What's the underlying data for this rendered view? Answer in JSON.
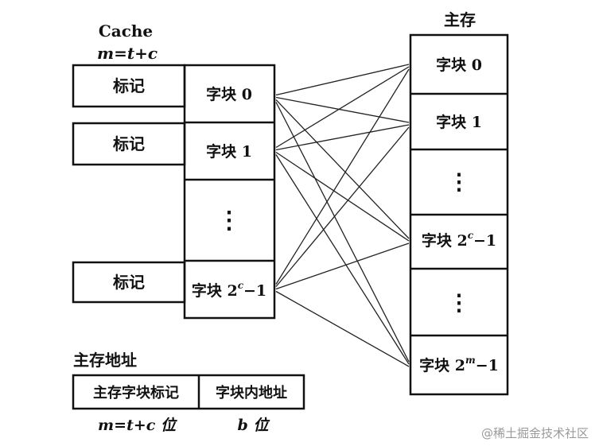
{
  "cache": {
    "title": "Cache",
    "formula": "m=t+c",
    "tags": [
      "标记",
      "标记",
      "标记"
    ],
    "blocks": [
      "字块 0",
      "字块 1",
      "字块 2^c−1"
    ],
    "ellipsis": "⋮"
  },
  "main_memory": {
    "title": "主存",
    "blocks": [
      "字块 0",
      "字块 1",
      "字块 2^c−1",
      "字块 2^m−1"
    ],
    "ellipsis": "⋮"
  },
  "address": {
    "title": "主存地址",
    "fields": [
      "主存字块标记",
      "字块内地址"
    ],
    "widths": [
      "m=t+c 位",
      "b 位"
    ]
  },
  "watermark": "@稀土掘金技术社区"
}
